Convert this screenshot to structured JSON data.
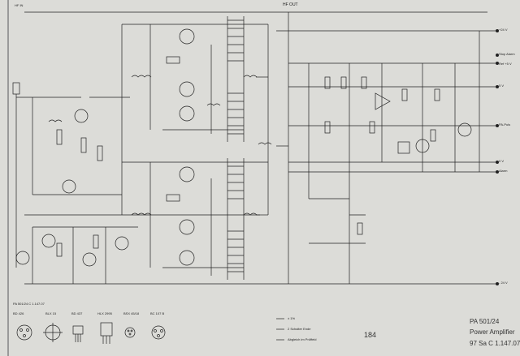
{
  "header": {
    "input_label": "HF IN",
    "output_label": "HF OUT"
  },
  "right_terminals": {
    "plus24": "+24 V",
    "stop_alarm": "Stop Alarm",
    "ref_voltage": "Ref +5 V",
    "five_volt": "5 V",
    "pa_puls": "PA-Puls",
    "zero_volt": "0 V",
    "alarm": "Alarm",
    "minus24": "- 24 V"
  },
  "legend": {
    "item1": "± 1%",
    "item2": "2 Schalter Ende",
    "item3": "Abgleich im Prüffeld",
    "page_number": "184"
  },
  "title_block": {
    "model": "PA 501/24",
    "name": "Power Amplifier",
    "doc_number": "97 Sa C 1.147.07"
  },
  "packages": [
    {
      "label": "BD 426"
    },
    {
      "label": "BLX 15"
    },
    {
      "label": "BD 437"
    },
    {
      "label": "HLX 2995"
    },
    {
      "label": "BSX 45/18"
    },
    {
      "label": "BC 107 B"
    }
  ],
  "stamp": "PA 501/24  C 1.147.07"
}
